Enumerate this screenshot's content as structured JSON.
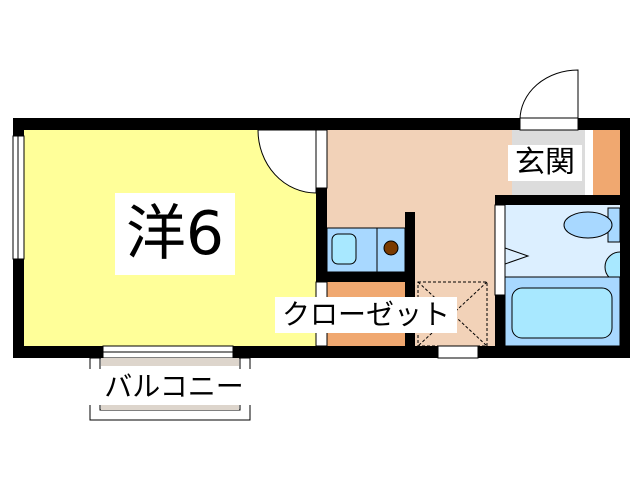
{
  "rooms": {
    "western_room": {
      "label": "洋6",
      "color": "#ffff99"
    },
    "kitchen": {
      "color": "#f2d2b8"
    },
    "entrance": {
      "label": "玄関",
      "color": "#dcdcdc"
    },
    "closet": {
      "label": "クローゼット",
      "color": "#f0a870"
    },
    "bathroom": {
      "color": "#dcefff"
    },
    "balcony": {
      "label": "バルコニー",
      "color": "#ddd5cc"
    }
  },
  "fixtures": {
    "sink_color": "#a8e8ff",
    "stove_color": "#7a3a00",
    "wall_color": "#000000"
  }
}
